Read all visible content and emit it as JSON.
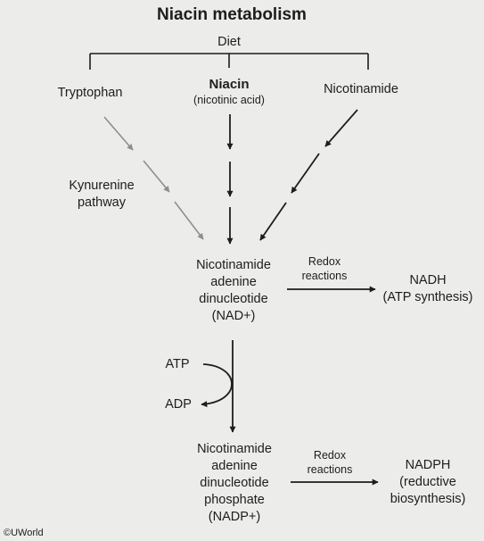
{
  "title": "Niacin metabolism",
  "diet": "Diet",
  "sources": {
    "tryptophan": "Tryptophan",
    "niacin": "Niacin",
    "niacin_sub": "(nicotinic acid)",
    "nicotinamide": "Nicotinamide"
  },
  "kynurenine": [
    "Kynurenine",
    "pathway"
  ],
  "nad": [
    "Nicotinamide",
    "adenine",
    "dinucleotide",
    "(NAD+)"
  ],
  "redox_top": [
    "Redox",
    "reactions"
  ],
  "nadh": [
    "NADH",
    "(ATP synthesis)"
  ],
  "atp": "ATP",
  "adp": "ADP",
  "nadp": [
    "Nicotinamide",
    "adenine",
    "dinucleotide",
    "phosphate",
    "(NADP+)"
  ],
  "redox_bottom": [
    "Redox",
    "reactions"
  ],
  "nadph": [
    "NADPH",
    "(reductive",
    "biosynthesis)"
  ],
  "copyright": "©UWorld",
  "colors": {
    "background": "#ececea",
    "text": "#1d1d1d",
    "black_arrow": "#1d1d1d",
    "gray_arrow": "#8e8e8e"
  }
}
